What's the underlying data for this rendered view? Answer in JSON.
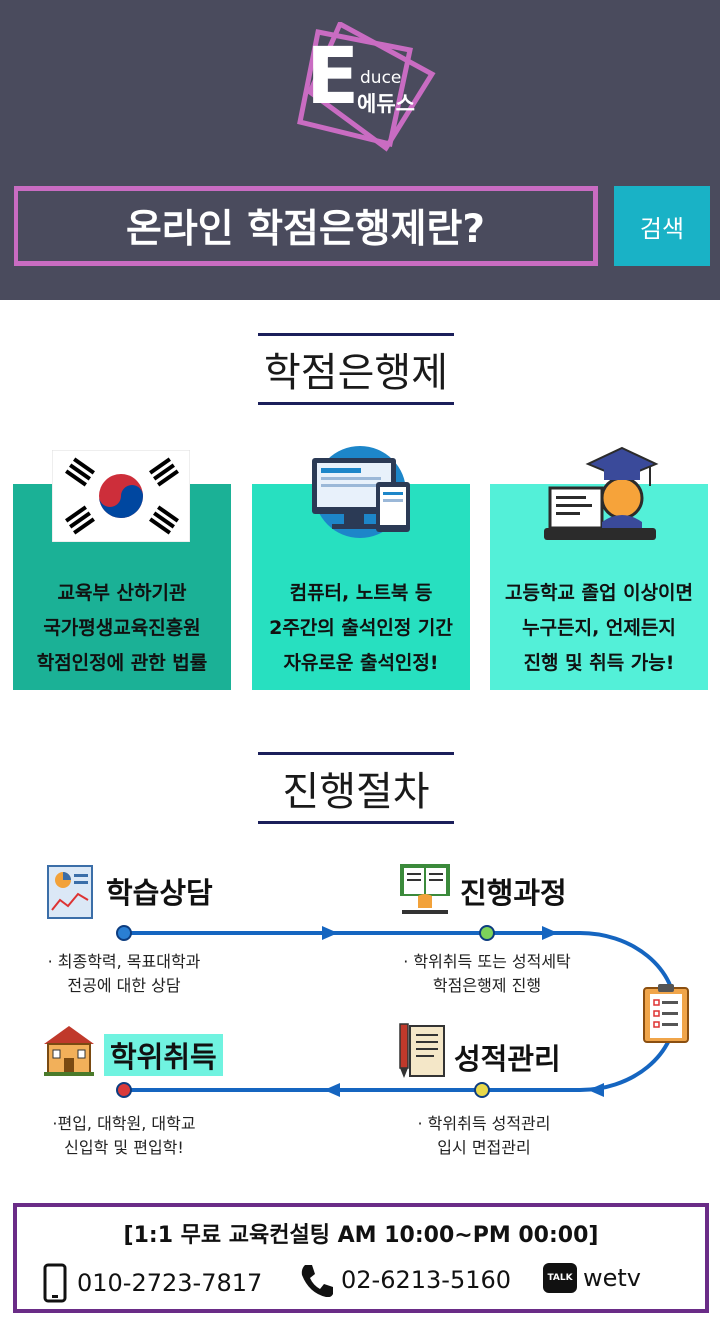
{
  "logo": {
    "letter": "E",
    "sub": "duce",
    "name": "에듀스"
  },
  "banner": {
    "title": "온라인 학점은행제란?",
    "search_label": "검색"
  },
  "section1": {
    "title": "학점은행제"
  },
  "cards": [
    {
      "icon": "korea-flag-icon",
      "lines": [
        "교육부 산하기관",
        "국가평생교육진흥원",
        "학점인정에 관한 법률"
      ]
    },
    {
      "icon": "computer-devices-icon",
      "lines": [
        "컴퓨터, 노트북 등",
        "2주간의 출석인정 기간",
        "자유로운 출석인정!"
      ]
    },
    {
      "icon": "graduate-student-icon",
      "lines": [
        "고등학교 졸업 이상이면",
        "누구든지, 언제든지",
        "진행 및 취득 가능!"
      ]
    }
  ],
  "section2": {
    "title": "진행절차"
  },
  "steps": [
    {
      "icon": "report-chart-icon",
      "title": "학습상담",
      "desc": [
        "· 최종학력, 목표대학과",
        "전공에 대한 상담"
      ]
    },
    {
      "icon": "reading-book-icon",
      "title": "진행과정",
      "desc": [
        "· 학위취득 또는 성적세탁",
        "학점은행제 진행"
      ]
    },
    {
      "icon": "document-pen-icon",
      "title": "성적관리",
      "desc": [
        "· 학위취득 성적관리",
        "입시 면접관리"
      ]
    },
    {
      "icon": "university-building-icon",
      "title": "학위취득",
      "desc": [
        "·편입, 대학원, 대학교",
        "신입학 및 편입학!"
      ]
    }
  ],
  "footer": {
    "consulting": "[1:1 무료 교육컨설팅 AM 10:00~PM 00:00]",
    "mobile": "010-2723-7817",
    "phone": "02-6213-5160",
    "kakao_badge": "TALK",
    "kakao_id": "wetv"
  },
  "colors": {
    "header_bg": "#4a4b5d",
    "accent_pink": "#c96cc2",
    "search_bg": "#19b2c6",
    "card1_bg": "#1bb196",
    "card2_bg": "#27e0c0",
    "card3_bg": "#53f0d8",
    "navy": "#1b1f5a",
    "flow_blue": "#1565c0",
    "footer_border": "#6a2c87"
  }
}
